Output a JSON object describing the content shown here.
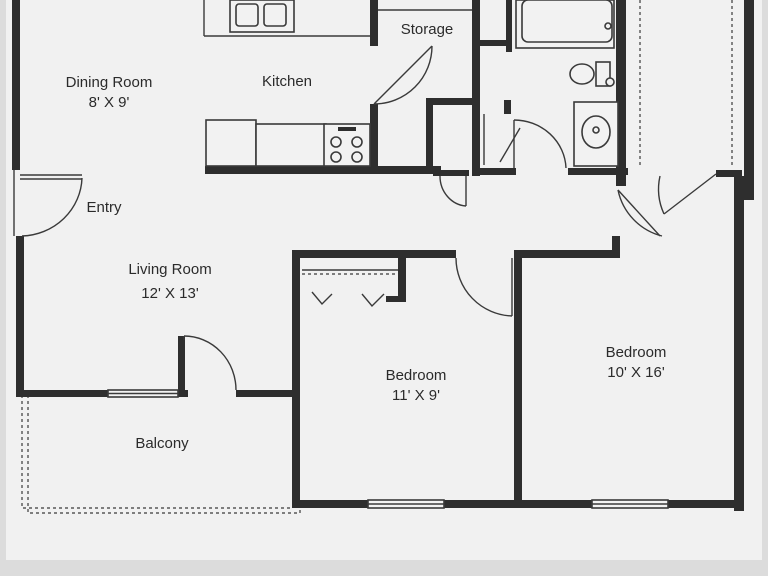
{
  "rooms": {
    "dining": {
      "name": "Dining Room",
      "size": "8' X 9'"
    },
    "kitchen": {
      "name": "Kitchen"
    },
    "storage": {
      "name": "Storage"
    },
    "entry": {
      "name": "Entry"
    },
    "living": {
      "name": "Living Room",
      "size": "12' X 13'"
    },
    "balcony": {
      "name": "Balcony"
    },
    "bedroom1": {
      "name": "Bedroom",
      "size": "11' X 9'"
    },
    "bedroom2": {
      "name": "Bedroom",
      "size": "10' X 16'"
    }
  },
  "colors": {
    "wall": "#2e2e2e",
    "paper": "#f2f2f2",
    "backdrop": "#dcdcdc"
  }
}
